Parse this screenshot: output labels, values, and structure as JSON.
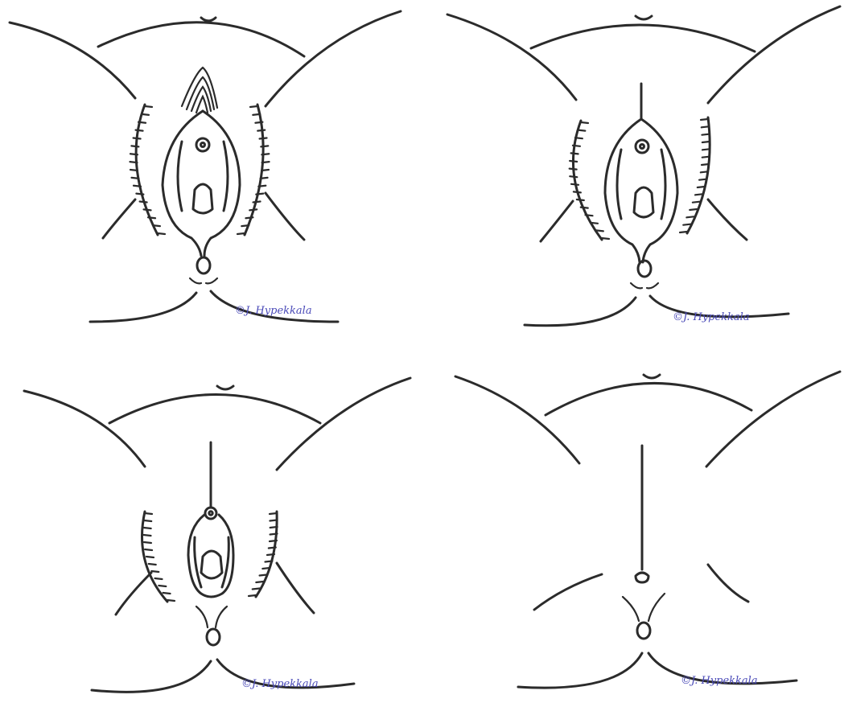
{
  "figure": {
    "panels": [
      {
        "id": "panel-top-left",
        "signature": "©J. Hypekkala"
      },
      {
        "id": "panel-top-right",
        "signature": "©J. Hypekkala"
      },
      {
        "id": "panel-bottom-left",
        "signature": "©J. Hypekkala"
      },
      {
        "id": "panel-bottom-right",
        "signature": "©J. Hypekkala"
      }
    ],
    "colors": {
      "ink": "#2b2b2b",
      "signature": "#4a4ab8",
      "background": "#ffffff"
    }
  }
}
